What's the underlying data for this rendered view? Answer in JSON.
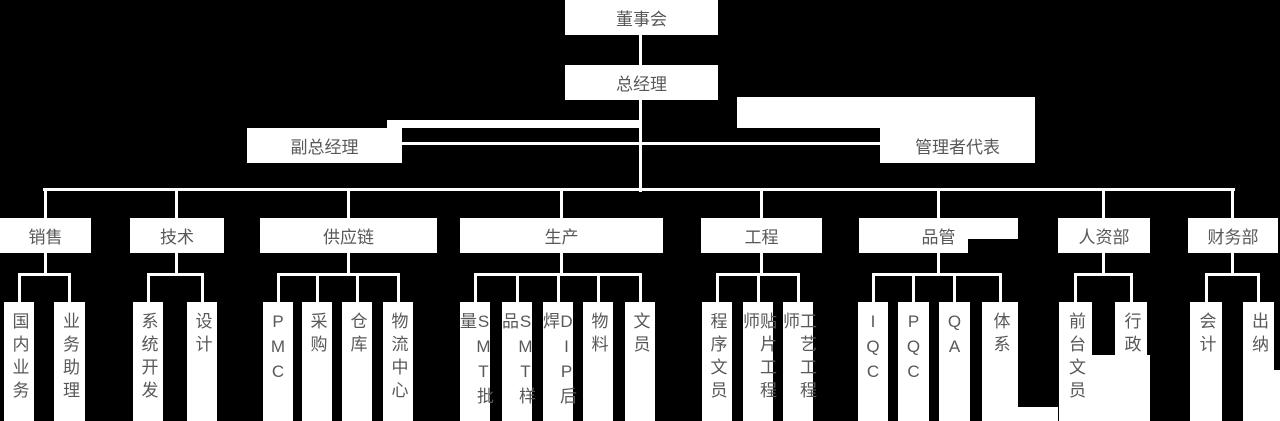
{
  "colors": {
    "background": "#000000",
    "box_fill": "#ffffff",
    "text": "#58585a",
    "connector": "#ffffff"
  },
  "org": {
    "board": "董事会",
    "general_manager": "总经理",
    "deputy_general_manager": "副总经理",
    "management_representative": "管理者代表",
    "departments": [
      {
        "label": "销售",
        "children": [
          "国内业务",
          "业务助理"
        ]
      },
      {
        "label": "技术",
        "children": [
          "系统开发",
          "设计"
        ]
      },
      {
        "label": "供应链",
        "children": [
          "PMC",
          "采购",
          "仓库",
          "物流中心"
        ]
      },
      {
        "label": "生产",
        "children": [
          "SMT批量",
          "SMT样品",
          "DIP后焊",
          "物料",
          "文员"
        ]
      },
      {
        "label": "工程",
        "children": [
          "程序文员",
          "贴片工程师",
          "工艺工程师"
        ]
      },
      {
        "label": "品管",
        "children": [
          "IQC",
          "PQC",
          "QA",
          "体系"
        ]
      },
      {
        "label": "人资部",
        "children": [
          "前台文员",
          "行政"
        ]
      },
      {
        "label": "财务部",
        "children": [
          "会计",
          "出纳"
        ]
      }
    ]
  }
}
